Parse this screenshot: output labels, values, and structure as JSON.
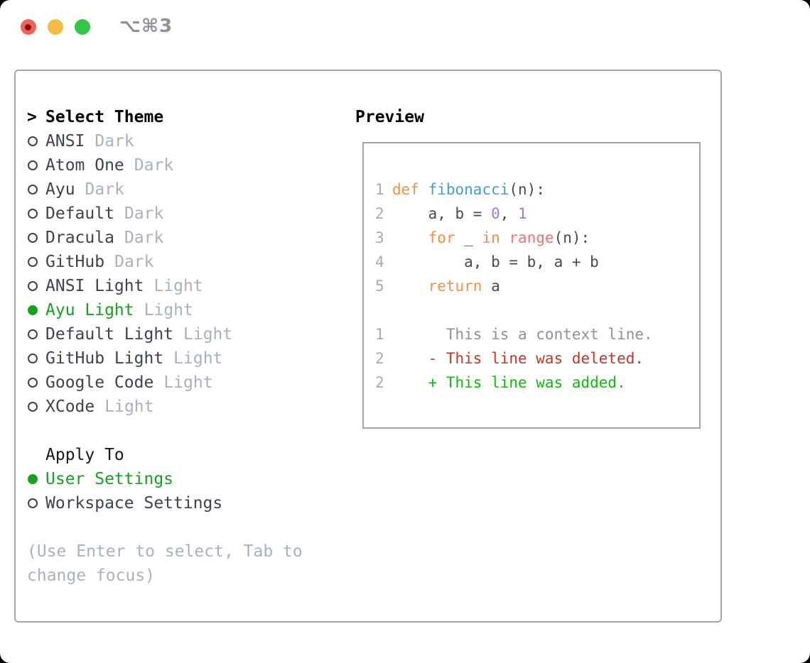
{
  "titlebar": {
    "title": "⌥⌘3"
  },
  "theme_list": {
    "prompt": ">",
    "title": "Select Theme",
    "items": [
      {
        "name": "ANSI",
        "variant": "Dark",
        "selected": false
      },
      {
        "name": "Atom One",
        "variant": "Dark",
        "selected": false
      },
      {
        "name": "Ayu",
        "variant": "Dark",
        "selected": false
      },
      {
        "name": "Default",
        "variant": "Dark",
        "selected": false
      },
      {
        "name": "Dracula",
        "variant": "Dark",
        "selected": false
      },
      {
        "name": "GitHub",
        "variant": "Dark",
        "selected": false
      },
      {
        "name": "ANSI Light",
        "variant": "Light",
        "selected": false
      },
      {
        "name": "Ayu Light",
        "variant": "Light",
        "selected": true
      },
      {
        "name": "Default Light",
        "variant": "Light",
        "selected": false
      },
      {
        "name": "GitHub Light",
        "variant": "Light",
        "selected": false
      },
      {
        "name": "Google Code",
        "variant": "Light",
        "selected": false
      },
      {
        "name": "XCode",
        "variant": "Light",
        "selected": false
      }
    ]
  },
  "apply_to": {
    "title": "Apply To",
    "options": [
      {
        "label": "User Settings",
        "selected": true
      },
      {
        "label": "Workspace Settings",
        "selected": false
      }
    ]
  },
  "hint_lines": [
    "(Use Enter to select, Tab to",
    "change focus)"
  ],
  "preview": {
    "title": "Preview",
    "code_lines": [
      {
        "num": "1",
        "segs": [
          [
            "kw",
            "def"
          ],
          [
            "plain",
            " "
          ],
          [
            "fn",
            "fibonacci"
          ],
          [
            "plain",
            "(n):"
          ]
        ]
      },
      {
        "num": "2",
        "segs": [
          [
            "plain",
            "    a, b = "
          ],
          [
            "num",
            "0"
          ],
          [
            "plain",
            ", "
          ],
          [
            "num",
            "1"
          ]
        ]
      },
      {
        "num": "3",
        "segs": [
          [
            "plain",
            "    "
          ],
          [
            "kw",
            "for"
          ],
          [
            "plain",
            " _ "
          ],
          [
            "kw",
            "in"
          ],
          [
            "plain",
            " "
          ],
          [
            "builtin",
            "range"
          ],
          [
            "plain",
            "(n):"
          ]
        ]
      },
      {
        "num": "4",
        "segs": [
          [
            "plain",
            "        a, b = b, a + b"
          ]
        ]
      },
      {
        "num": "5",
        "segs": [
          [
            "plain",
            "    "
          ],
          [
            "kw",
            "return"
          ],
          [
            "plain",
            " a"
          ]
        ]
      }
    ],
    "diff_lines": [
      {
        "num": "1",
        "type": "context",
        "text": "      This is a context line."
      },
      {
        "num": "2",
        "type": "deleted",
        "text": "    - This line was deleted."
      },
      {
        "num": "2",
        "type": "added",
        "text": "    + This line was added."
      }
    ]
  },
  "colors": {
    "accent_green": "#12a31a",
    "text_dark": "#3d434b",
    "text_black": "#16191d",
    "text_muted": "#a9b1bd",
    "border_gray": "#9ea5b0",
    "title_gray": "#8e9298",
    "traffic_red": "#f2605a",
    "traffic_red_dot": "#8c0f0a",
    "traffic_yellow": "#f5bd40",
    "traffic_green": "#34c749",
    "syntax_keyword": "#fa8d3e",
    "syntax_function": "#399ee6",
    "syntax_number": "#a37acc",
    "syntax_builtin": "#f07171",
    "syntax_plain": "#444b53",
    "line_number": "#a3abb8",
    "diff_context": "#8c9299",
    "diff_deleted": "#c43522",
    "diff_added": "#00c200"
  }
}
